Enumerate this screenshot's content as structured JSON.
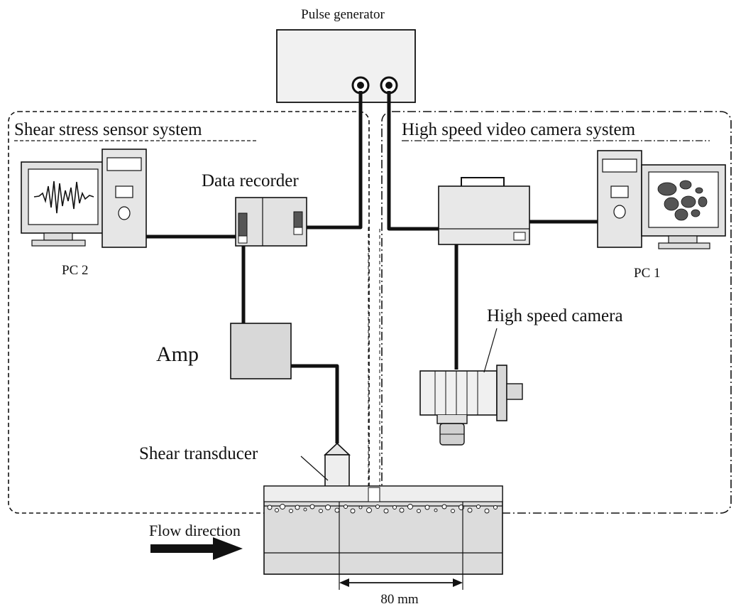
{
  "labels": {
    "pulse_generator": "Pulse generator",
    "shear_stress_system": "Shear stress sensor system",
    "high_speed_video_system": "High speed video camera system",
    "data_recorder": "Data recorder",
    "pc2": "PC 2",
    "pc1": "PC 1",
    "amp": "Amp",
    "high_speed_camera": "High speed camera",
    "shear_transducer": "Shear transducer",
    "flow_direction": "Flow direction",
    "distance": "80 mm"
  },
  "colors": {
    "stroke": "#111111",
    "device_fill": "#e6e6e6",
    "device_fill_dark": "#cfcfcf",
    "channel_fill": "#dcdcdc",
    "particle_fill": "#555555"
  },
  "icons": {
    "pc2_screen": "waveform-icon",
    "pc1_screen": "particles-icon",
    "flow_arrow": "arrow-right-icon"
  }
}
